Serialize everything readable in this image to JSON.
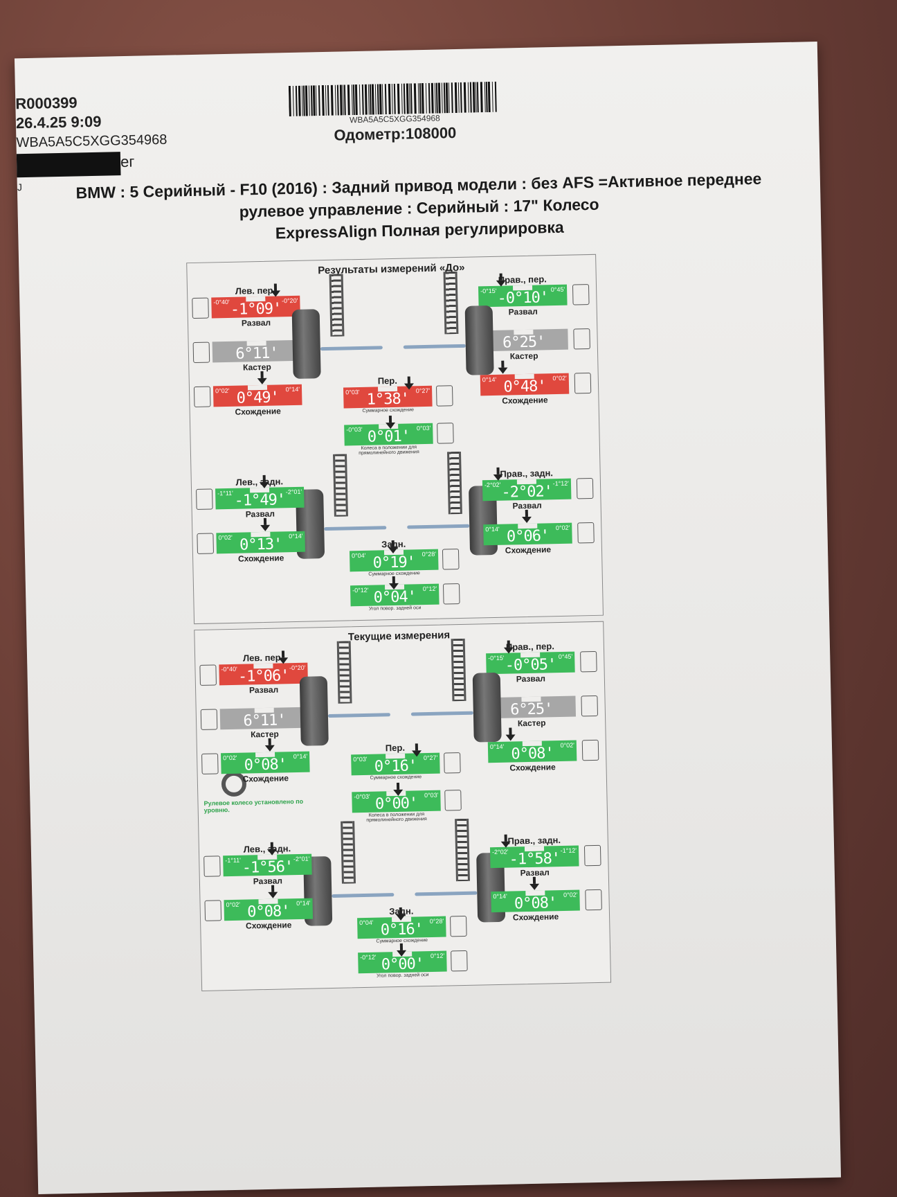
{
  "header": {
    "record_id": "R000399",
    "datetime": "26.4.25 9:09",
    "vin": "WBA5A5C5XGG354968",
    "customer_suffix": "ег",
    "extra_line": "J",
    "barcode_text": "WBA5A5C5XGG354968",
    "odometer": "Одометр:108000"
  },
  "title": {
    "line1": "BMW : 5 Серийный - F10 (2016) : Задний привод модели : без AFS =Активное переднее",
    "line2": "рулевое управление : Серийный : 17\" Колесо",
    "line3": "ExpressAlign Полная регулирировка"
  },
  "colors": {
    "in_spec": "#3dbb5a",
    "out_of_spec": "#e0483e",
    "info": "#a7a7a7"
  },
  "before": {
    "title": "Результаты измерений «До»",
    "front_left": {
      "pos": "Лев. пер.",
      "camber": {
        "label": "Развал",
        "value": "-1°09'",
        "lo": "-0°40'",
        "hi": "-0°20'",
        "status": "red"
      },
      "caster": {
        "label": "Кастер",
        "value": "6°11'",
        "status": "grey"
      },
      "toe": {
        "label": "Схождение",
        "value": "0°49'",
        "lo": "0°02'",
        "hi": "0°14'",
        "status": "red"
      }
    },
    "front_right": {
      "pos": "Прав., пер.",
      "camber": {
        "label": "Развал",
        "value": "-0°10'",
        "lo": "-0°15'",
        "hi": "0°45'",
        "status": "green"
      },
      "caster": {
        "label": "Кастер",
        "value": "6°25'",
        "status": "grey"
      },
      "toe": {
        "label": "Схождение",
        "value": "0°48'",
        "lo": "0°14'",
        "hi": "0°02'",
        "status": "red"
      }
    },
    "front_total": {
      "pos": "Пер.",
      "value": "1°38'",
      "lo": "0°03'",
      "hi": "0°27'",
      "label": "Суммарное схождение",
      "status": "red"
    },
    "front_setback": {
      "value": "0°01'",
      "lo": "-0°03'",
      "hi": "0°03'",
      "label": "Колеса в положении для прямолинейного движения",
      "status": "green"
    },
    "rear_left": {
      "pos": "Лев., задн.",
      "camber": {
        "label": "Развал",
        "value": "-1°49'",
        "lo": "-1°11'",
        "hi": "-2°01'",
        "status": "green"
      },
      "toe": {
        "label": "Схождение",
        "value": "0°13'",
        "lo": "0°02'",
        "hi": "0°14'",
        "status": "green"
      }
    },
    "rear_right": {
      "pos": "Прав., задн.",
      "camber": {
        "label": "Развал",
        "value": "-2°02'",
        "lo": "-2°02'",
        "hi": "-1°12'",
        "status": "green"
      },
      "toe": {
        "label": "Схождение",
        "value": "0°06'",
        "lo": "0°14'",
        "hi": "0°02'",
        "status": "green"
      }
    },
    "rear_total": {
      "pos": "Задн.",
      "value": "0°19'",
      "lo": "0°04'",
      "hi": "0°28'",
      "label": "Суммарное схождение",
      "status": "green"
    },
    "thrust": {
      "value": "0°04'",
      "lo": "-0°12'",
      "hi": "0°12'",
      "label": "Угол повор. задней оси",
      "status": "green"
    }
  },
  "current": {
    "title": "Текущие измерения",
    "front_left": {
      "pos": "Лев. пер.",
      "camber": {
        "label": "Развал",
        "value": "-1°06'",
        "lo": "-0°40'",
        "hi": "-0°20'",
        "status": "red"
      },
      "caster": {
        "label": "Кастер",
        "value": "6°11'",
        "status": "grey"
      },
      "toe": {
        "label": "Схождение",
        "value": "0°08'",
        "lo": "0°02'",
        "hi": "0°14'",
        "status": "green"
      }
    },
    "front_right": {
      "pos": "Прав., пер.",
      "camber": {
        "label": "Развал",
        "value": "-0°05'",
        "lo": "-0°15'",
        "hi": "0°45'",
        "status": "green"
      },
      "caster": {
        "label": "Кастер",
        "value": "6°25'",
        "status": "grey"
      },
      "toe": {
        "label": "Схождение",
        "value": "0°08'",
        "lo": "0°14'",
        "hi": "0°02'",
        "status": "green"
      }
    },
    "front_total": {
      "pos": "Пер.",
      "value": "0°16'",
      "lo": "0°03'",
      "hi": "0°27'",
      "label": "Суммарное схождение",
      "status": "green"
    },
    "front_setback": {
      "value": "0°00'",
      "lo": "-0°03'",
      "hi": "0°03'",
      "label": "Колеса в положении для прямолинейного движения",
      "status": "green"
    },
    "steering_note": "Рулевое колесо установлено по уровню.",
    "rear_left": {
      "pos": "Лев., задн.",
      "camber": {
        "label": "Развал",
        "value": "-1°56'",
        "lo": "-1°11'",
        "hi": "-2°01'",
        "status": "green"
      },
      "toe": {
        "label": "Схождение",
        "value": "0°08'",
        "lo": "0°02'",
        "hi": "0°14'",
        "status": "green"
      }
    },
    "rear_right": {
      "pos": "Прав., задн.",
      "camber": {
        "label": "Развал",
        "value": "-1°58'",
        "lo": "-2°02'",
        "hi": "-1°12'",
        "status": "green"
      },
      "toe": {
        "label": "Схождение",
        "value": "0°08'",
        "lo": "0°14'",
        "hi": "0°02'",
        "status": "green"
      }
    },
    "rear_total": {
      "pos": "Задн.",
      "value": "0°16'",
      "lo": "0°04'",
      "hi": "0°28'",
      "label": "Суммарное схождение",
      "status": "green"
    },
    "thrust": {
      "value": "0°00'",
      "lo": "-0°12'",
      "hi": "0°12'",
      "label": "Угол повор. задней оси",
      "status": "green"
    }
  }
}
